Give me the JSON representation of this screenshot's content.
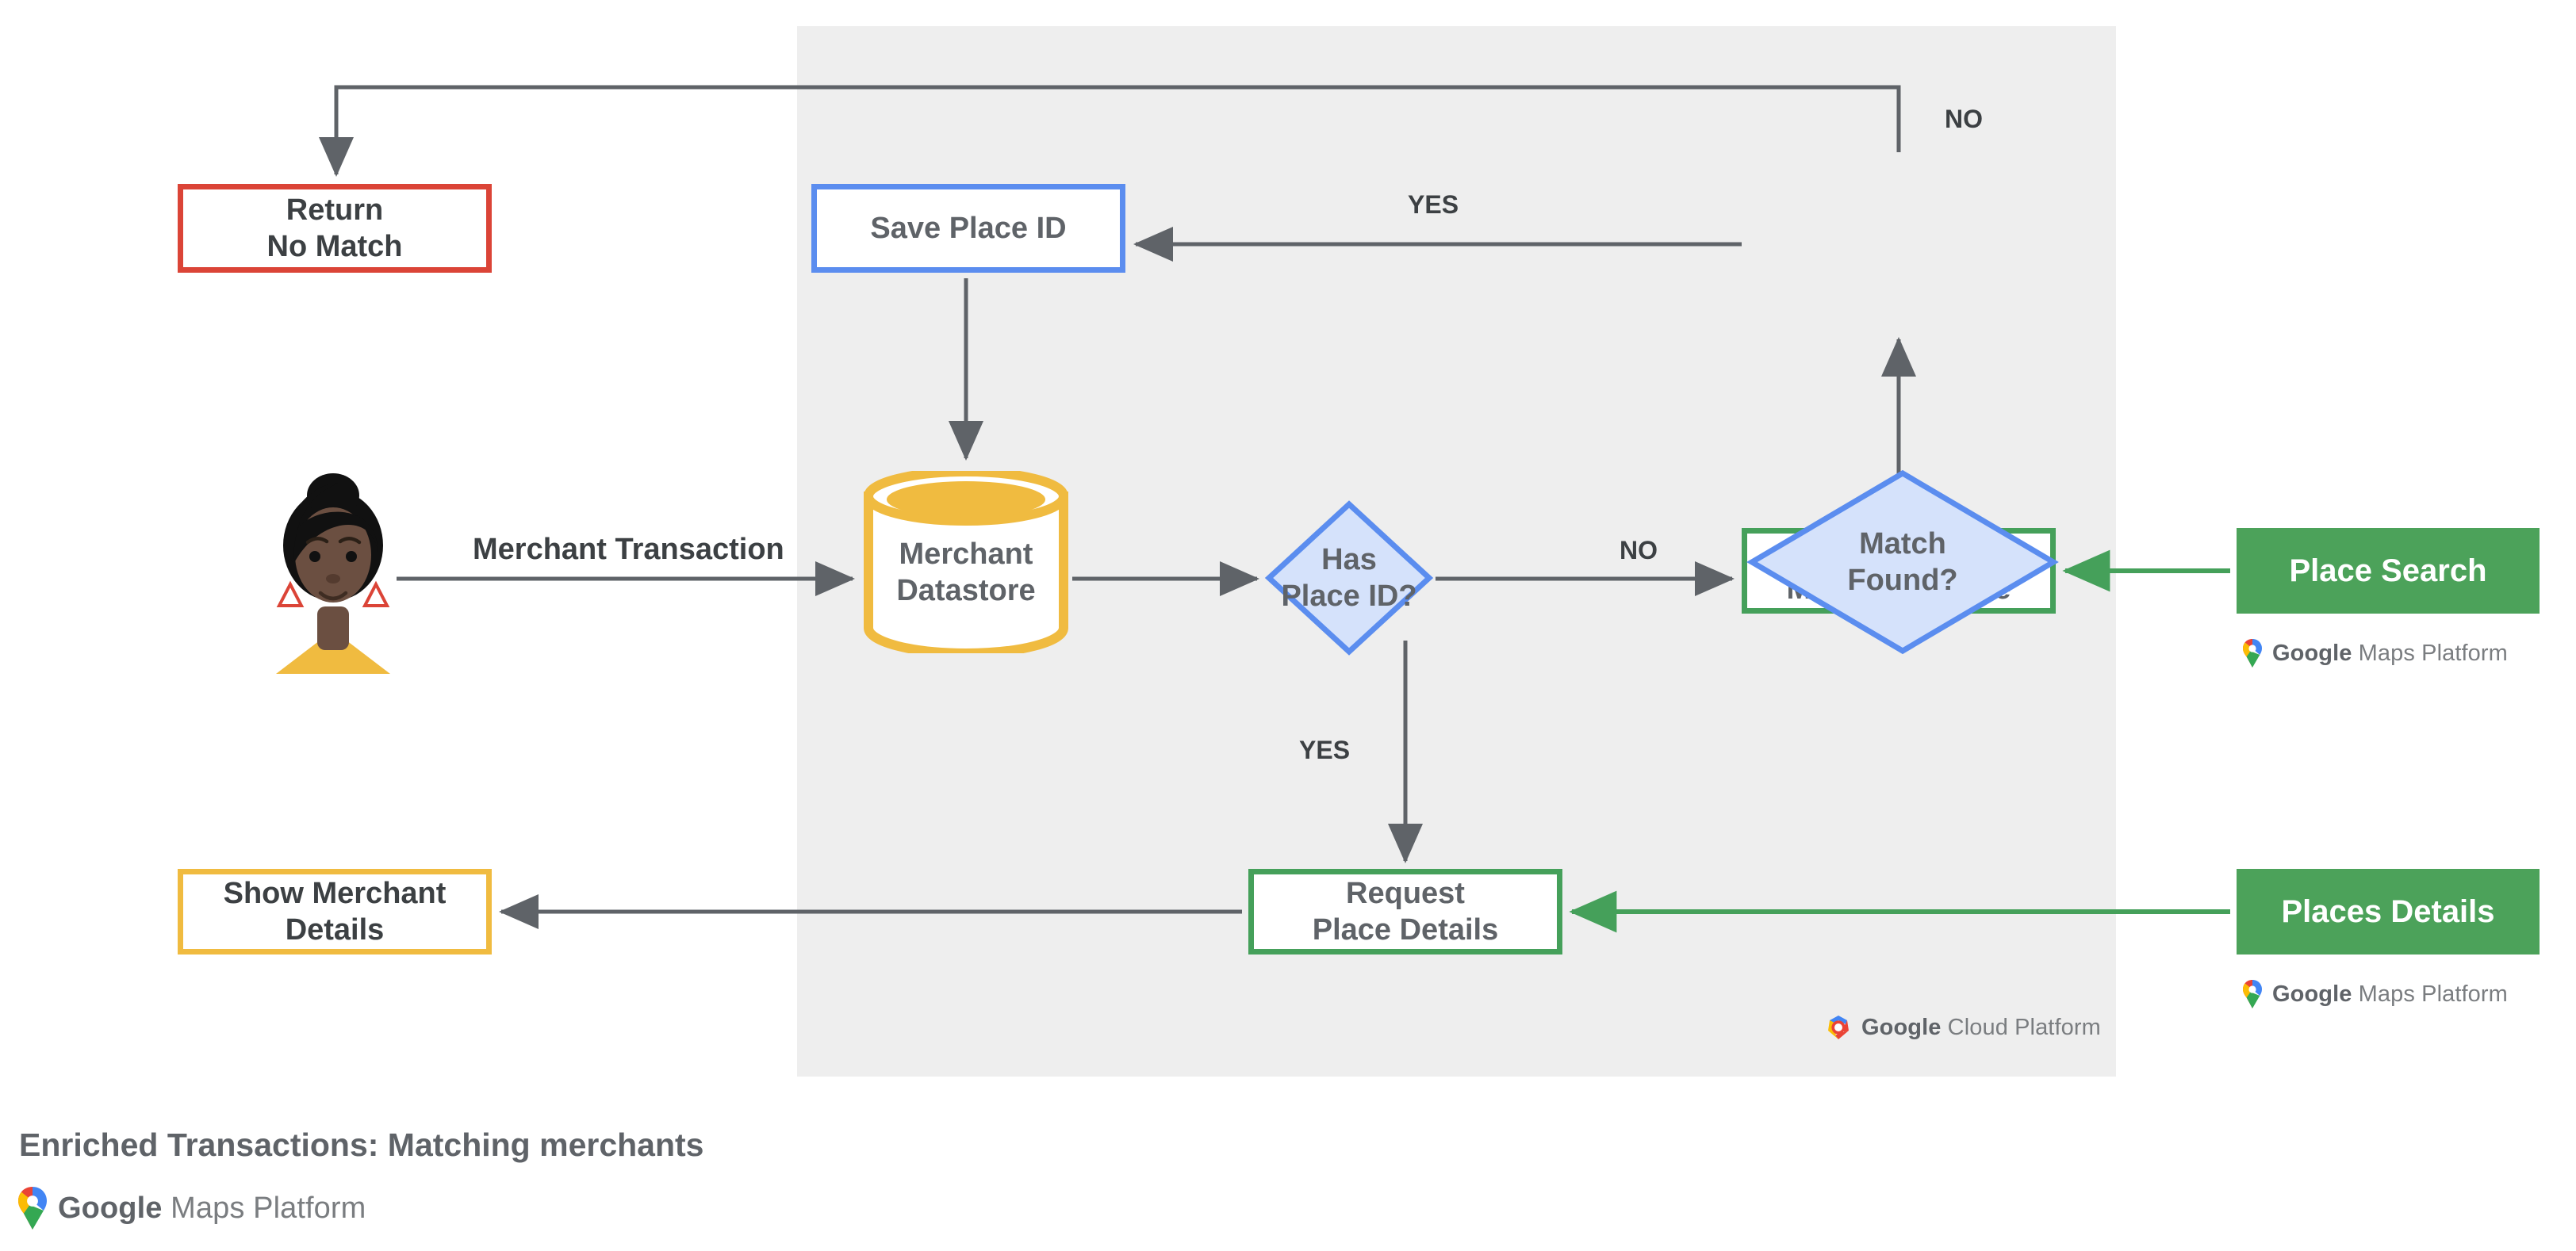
{
  "diagram": {
    "caption": "Enriched Transactions: Matching merchants",
    "panel_label": "google-cloud-platform-region",
    "colors": {
      "panel_bg": "#eeeeee",
      "red": "#db4437",
      "blue": "#5b8def",
      "blue_fill": "#d5e2fb",
      "green": "#45a05a",
      "green_solid": "#4ca25a",
      "yellow": "#f0bb40",
      "edge_gray": "#5f6368",
      "text_gray": "#5f6368"
    },
    "nodes": {
      "return_no_match": {
        "label": "Return\nNo Match",
        "shape": "rectangle",
        "border": "#db4437"
      },
      "save_place_id": {
        "label": "Save Place ID",
        "shape": "rectangle",
        "border": "#5b8def"
      },
      "merchant_datastore": {
        "label": "Merchant\nDatastore",
        "shape": "cylinder",
        "border": "#f0bb40"
      },
      "has_place_id": {
        "label": "Has\nPlace ID?",
        "shape": "diamond",
        "border": "#5b8def"
      },
      "match_found": {
        "label": "Match\nFound?",
        "shape": "diamond",
        "border": "#5b8def"
      },
      "find_place": {
        "label": "Find Place by\nMerchant Name",
        "shape": "rectangle",
        "border": "#45a05a"
      },
      "request_place_details": {
        "label": "Request\nPlace Details",
        "shape": "rectangle",
        "border": "#45a05a"
      },
      "show_merchant_details": {
        "label": "Show Merchant\nDetails",
        "shape": "rectangle",
        "border": "#f0bb40"
      },
      "place_search": {
        "label": "Place Search",
        "shape": "rectangle-filled",
        "fill": "#4ca25a"
      },
      "places_details": {
        "label": "Places Details",
        "shape": "rectangle-filled",
        "fill": "#4ca25a"
      }
    },
    "edge_labels": {
      "merchant_transaction": "Merchant Transaction",
      "yes_match_found": "YES",
      "no_match_found": "NO",
      "no_has_place_id": "NO",
      "yes_has_place_id": "YES"
    },
    "brands": {
      "maps_bold": "Google",
      "maps_light": " Maps Platform",
      "cloud_bold": "Google",
      "cloud_light": " Cloud Platform"
    }
  }
}
